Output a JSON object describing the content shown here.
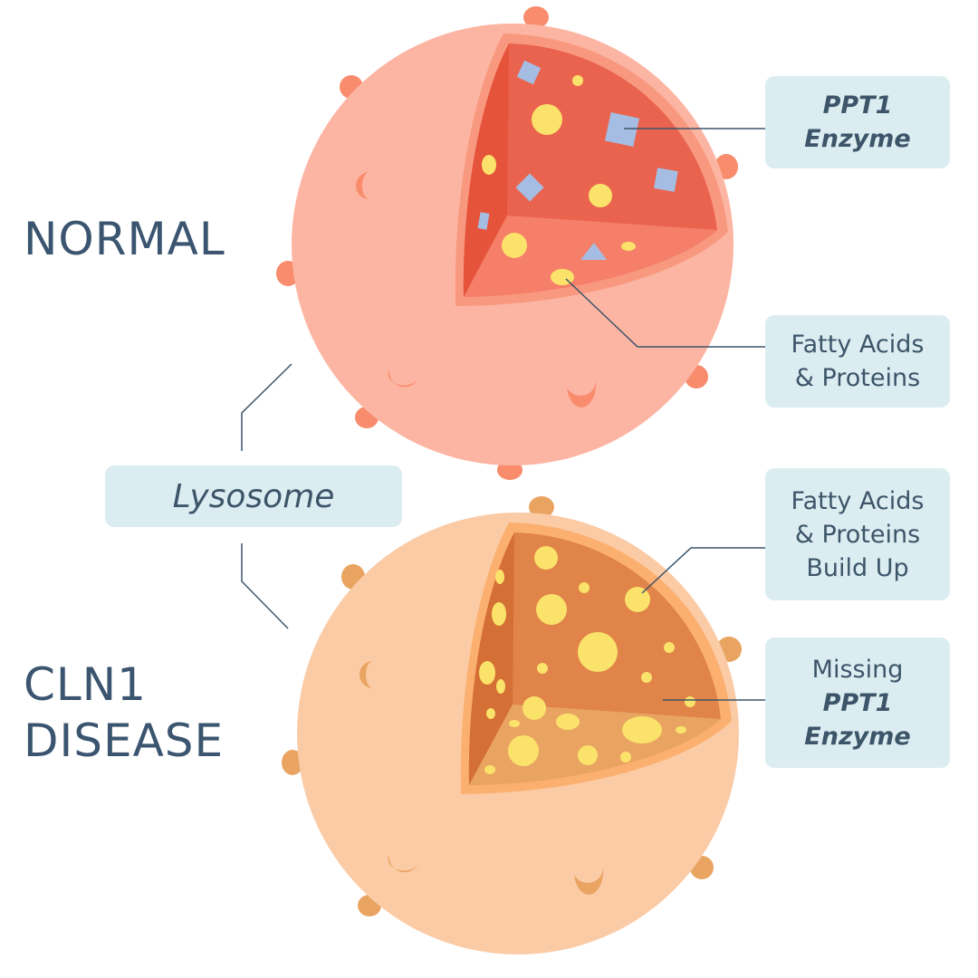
{
  "headings": {
    "normal": "NORMAL",
    "disease_line1": "CLN1",
    "disease_line2": "DISEASE"
  },
  "labels": {
    "ppt1_enzyme": [
      "PPT1",
      "Enzyme"
    ],
    "fatty_acids_proteins": [
      "Fatty Acids",
      "& Proteins"
    ],
    "lysosome": "Lysosome",
    "build_up": [
      "Fatty Acids",
      "& Proteins",
      "Build Up"
    ],
    "missing_enzyme": [
      "Missing",
      "PPT1",
      "Enzyme"
    ]
  },
  "colors": {
    "heading_text": "#3b5570",
    "label_bg": "#dcedf2",
    "label_text": "#3d5569",
    "leader_line": "#3d5569",
    "normal_cell": "#fdb5a3",
    "normal_bump": "#f88c6d",
    "normal_shell": "#f8997f",
    "normal_interior": "#e9634f",
    "normal_inner_left": "#e6533b",
    "normal_inner_floor": "#f57f69",
    "disease_cell": "#fbcba6",
    "disease_bump": "#e9a462",
    "disease_shell": "#fbb070",
    "disease_interior": "#e0844a",
    "disease_inner_left": "#d46f35",
    "disease_inner_floor": "#e9a462",
    "lipid": "#fbe26a",
    "enzyme": "#a6bde3"
  }
}
